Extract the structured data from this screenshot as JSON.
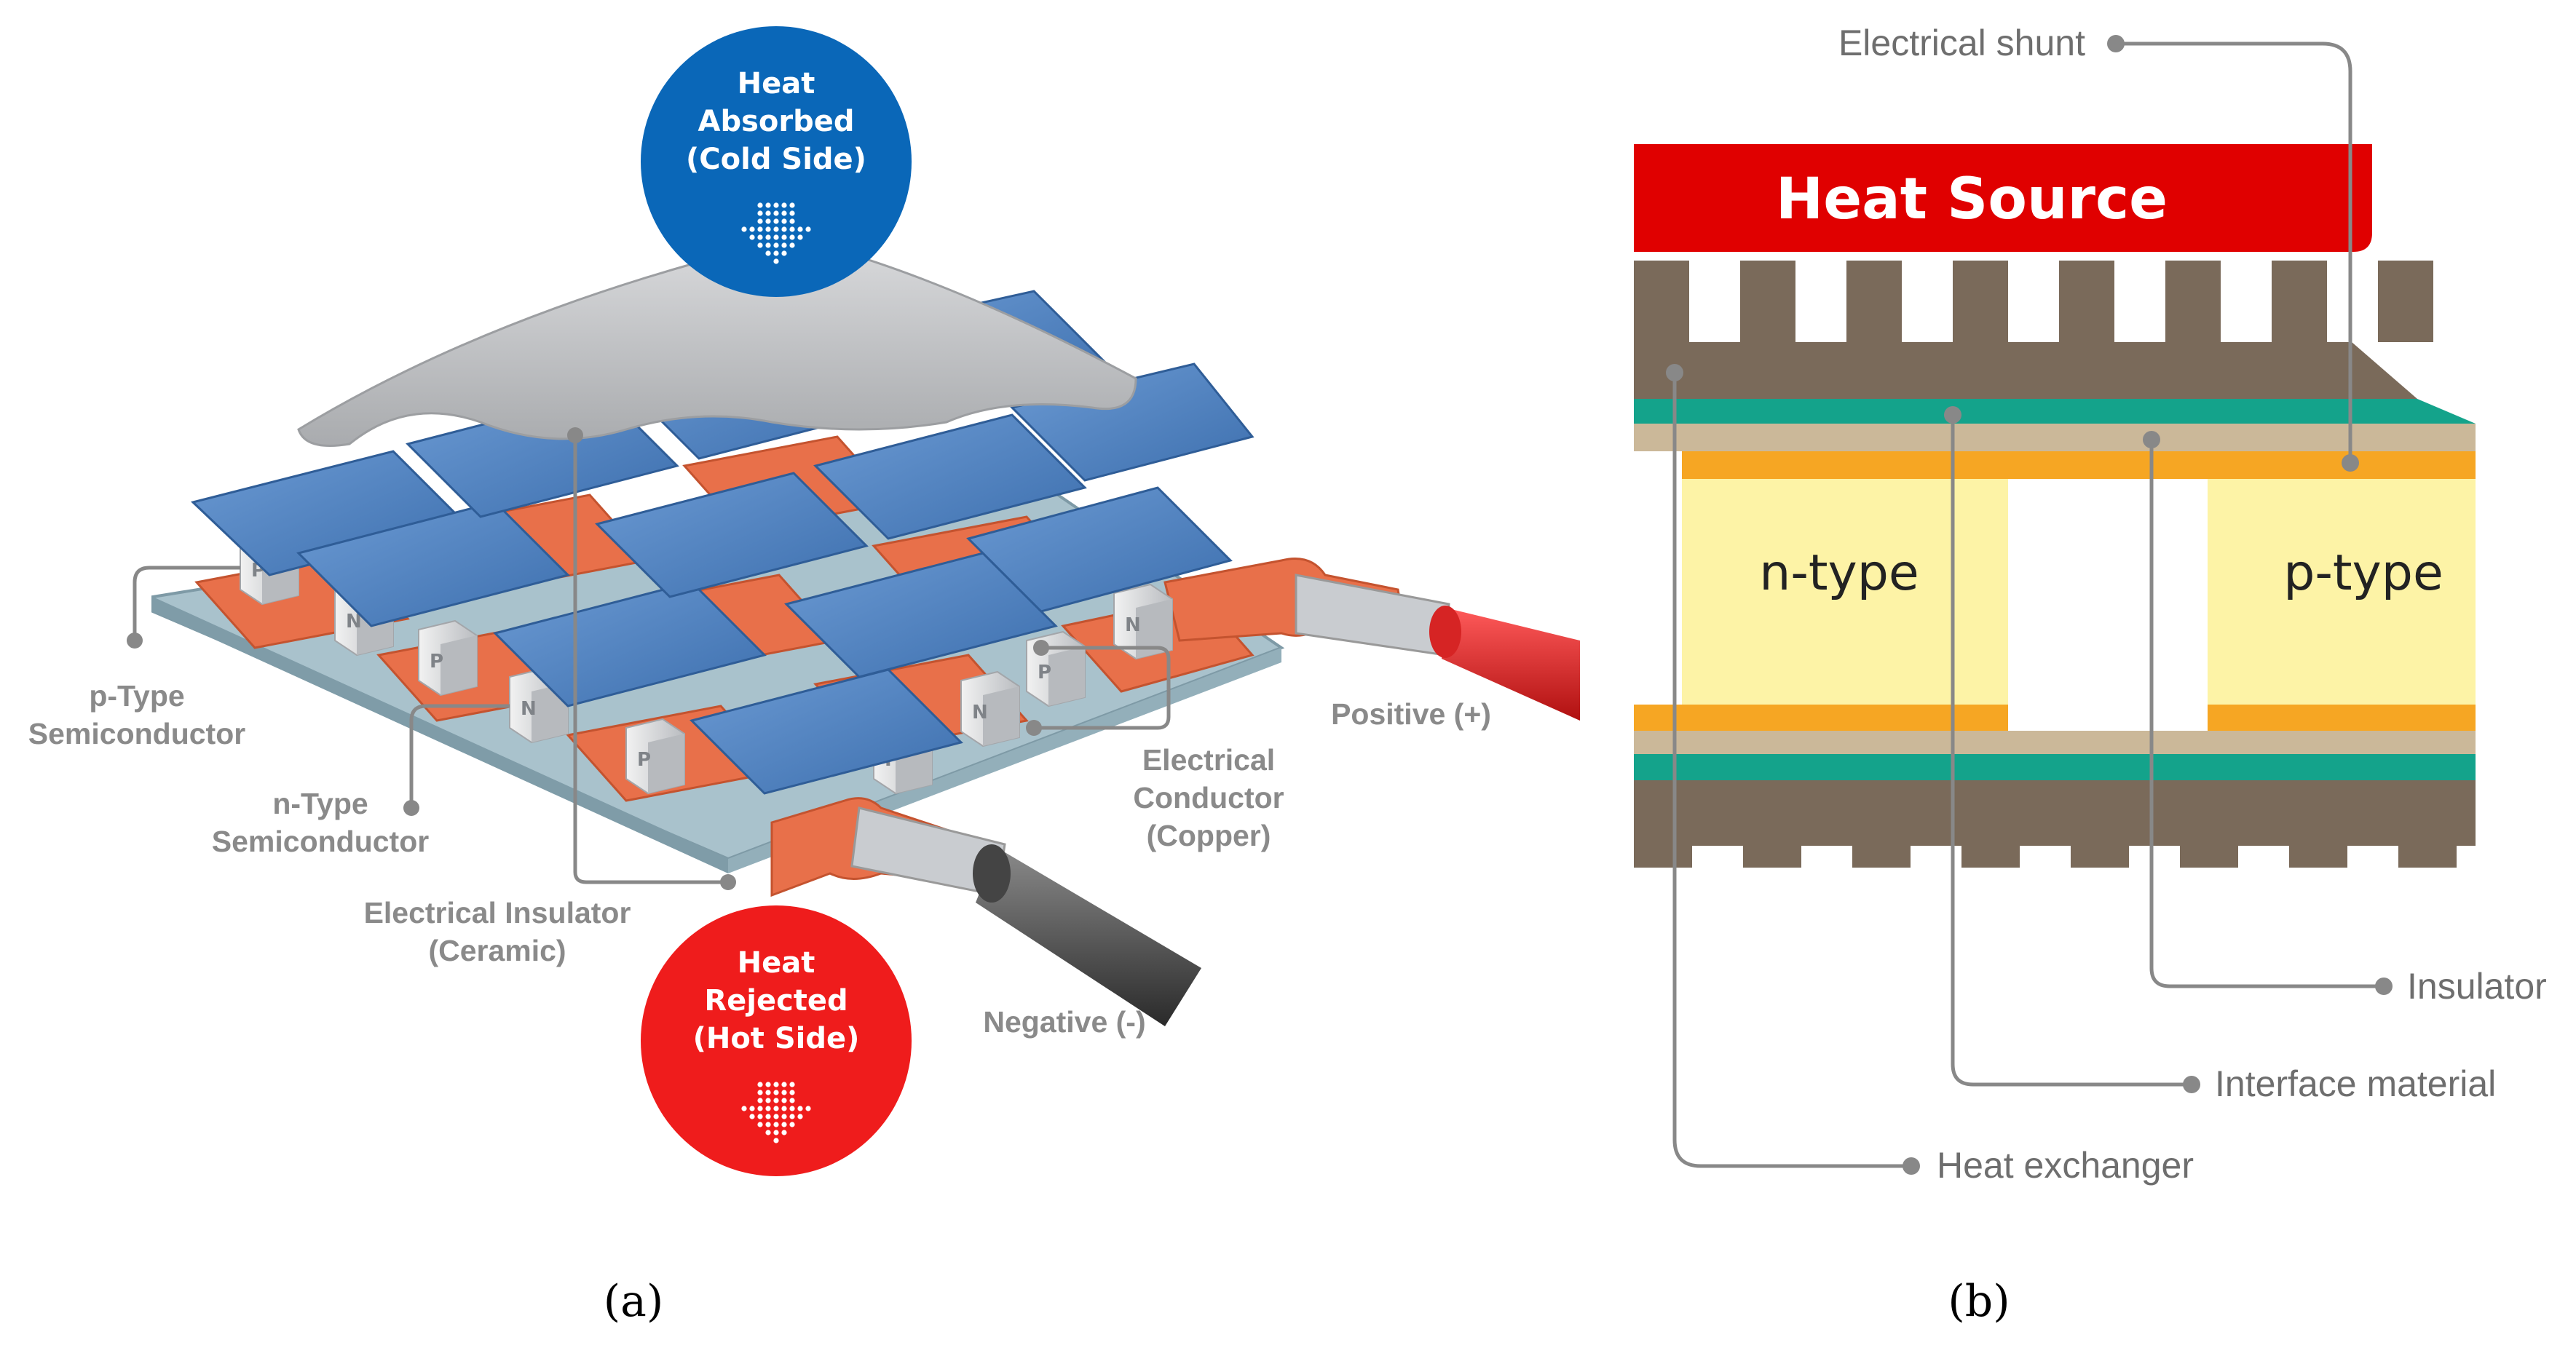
{
  "panel_a": {
    "heat_absorbed": [
      "Heat",
      "Absorbed",
      "(Cold Side)"
    ],
    "heat_rejected": [
      "Heat",
      "Rejected",
      "(Hot Side)"
    ],
    "labels": {
      "p_type": [
        "p-Type",
        "Semiconductor"
      ],
      "n_type": [
        "n-Type",
        "Semiconductor"
      ],
      "insulator": [
        "Electrical Insulator",
        "(Ceramic)"
      ],
      "conductor": [
        "Electrical",
        "Conductor",
        "(Copper)"
      ],
      "positive": "Positive (+)",
      "negative": "Negative (-)"
    },
    "leg_letters": {
      "p": "P",
      "n": "N"
    },
    "caption": "(a)"
  },
  "panel_b": {
    "heat_source": "Heat Source",
    "n_type": "n-type",
    "p_type": "p-type",
    "labels": {
      "electrical_shunt": "Electrical shunt",
      "insulator": "Insulator",
      "interface_material": "Interface material",
      "heat_exchanger": "Heat exchanger"
    },
    "caption": "(b)"
  },
  "colors": {
    "cold_blue": "#0a67b8",
    "hot_red": "#ef1c1c",
    "heat_source_red": "#e00000",
    "exchanger_brown": "#7a6a5a",
    "interface_teal": "#14a38b",
    "insulator_tan": "#cbb899",
    "shunt_orange": "#f6a623",
    "semiconductor_yellow": "#fdf3a6",
    "copper": "#e8704a",
    "tile_blue": "#4a7fc1"
  }
}
